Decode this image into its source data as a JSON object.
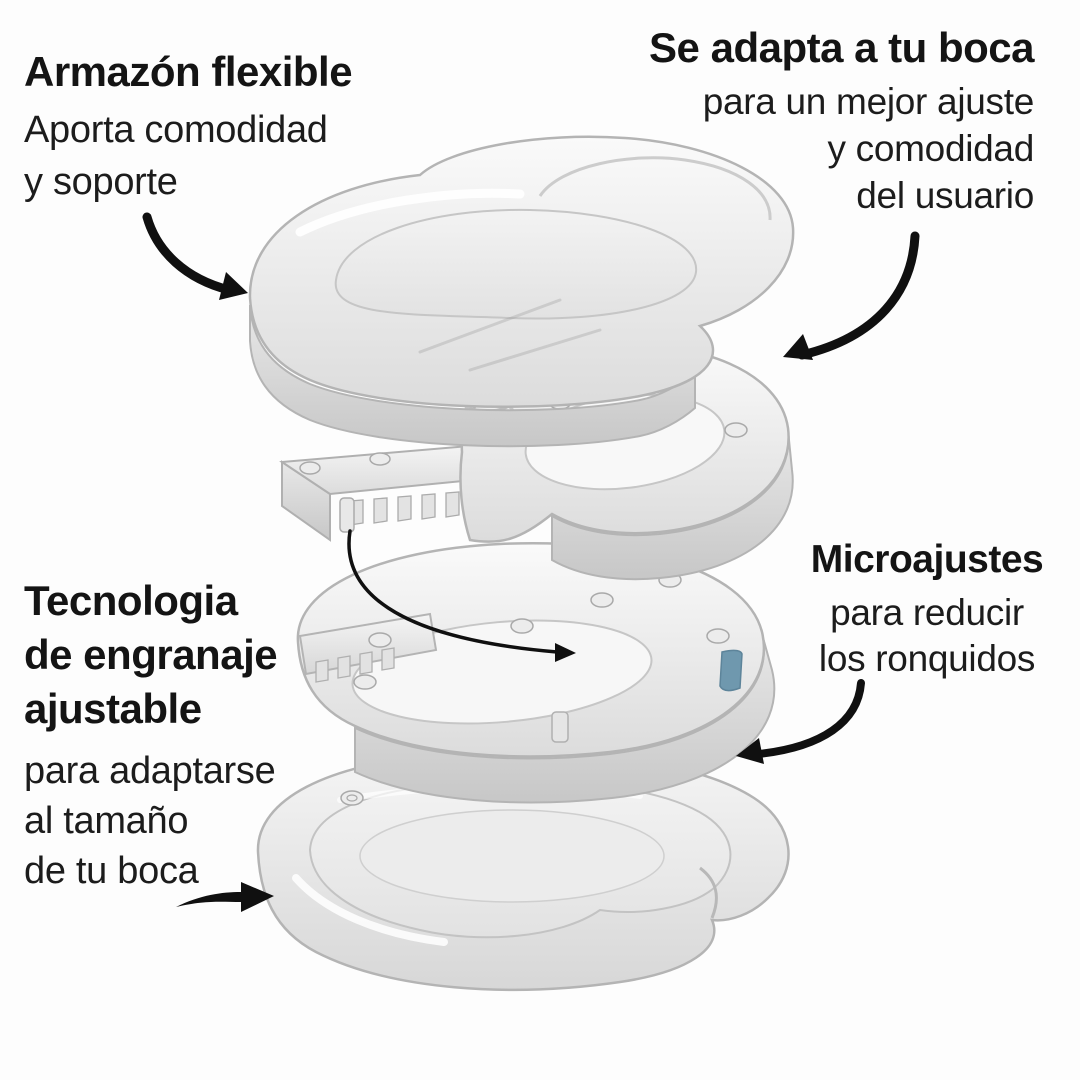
{
  "page": {
    "background_color": "#fdfdfd",
    "text_color": "#1a1a1a",
    "arrow_color": "#101010"
  },
  "annotations": {
    "armazon": {
      "title": "Armazón flexible",
      "lines": [
        "Aporta comodidad",
        "y soporte"
      ]
    },
    "adapta": {
      "title": "Se adapta a tu boca",
      "lines": [
        "para un mejor ajuste",
        "y comodidad",
        "del usuario"
      ]
    },
    "microajustes": {
      "title": "Microajustes",
      "lines": [
        "para reducir",
        "los ronquidos"
      ]
    },
    "engranaje": {
      "title_lines": [
        "Tecnologia",
        "de engranaje",
        "ajustable"
      ],
      "lines": [
        "para adaptarse",
        "al tamaño",
        "de tu boca"
      ]
    }
  },
  "product": {
    "adjuster_tab_color": "#6f98ae",
    "plastic_tint": "#e9e9e9",
    "layers": [
      "upper-tray",
      "upper-frame-disc",
      "adjustment-gear-rack",
      "lower-frame-microadjuster",
      "lower-tray"
    ]
  }
}
